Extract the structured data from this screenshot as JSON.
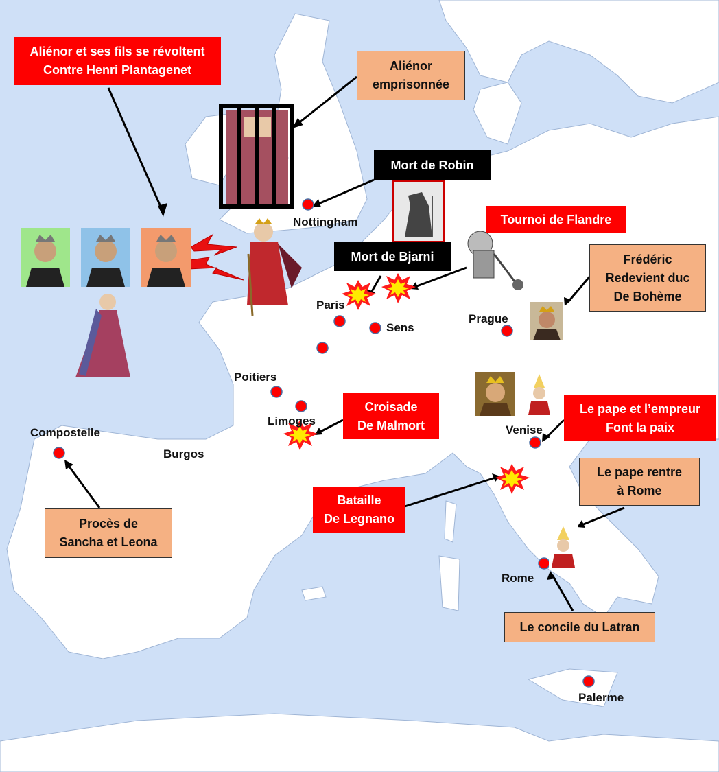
{
  "cities": {
    "nottingham": "Nottingham",
    "paris": "Paris",
    "sens": "Sens",
    "prague": "Prague",
    "poitiers": "Poitiers",
    "limoges": "Limoges",
    "compostelle": "Compostelle",
    "burgos": "Burgos",
    "venise": "Venise",
    "rome": "Rome",
    "palerme": "Palerme"
  },
  "events": {
    "alienor_revolt": [
      "Aliénor et ses fils se révoltent",
      "Contre Henri Plantagenet"
    ],
    "alienor_prison": [
      "Aliénor",
      "emprisonnée"
    ],
    "mort_robin": "Mort de Robin",
    "tournoi_flandre": "Tournoi de Flandre",
    "mort_bjarni": "Mort de Bjarni",
    "frederic": [
      "Frédéric",
      "Redevient duc",
      "De Bohème"
    ],
    "croisade": [
      "Croisade",
      "De Malmort"
    ],
    "pape_empereur": [
      "Le pape et l’empreur",
      "Font la paix"
    ],
    "pape_rome": [
      "Le pape rentre",
      "à Rome"
    ],
    "bataille": [
      "Bataille",
      "De Legnano"
    ],
    "proces": [
      "Procès de",
      "Sancha et Leona"
    ],
    "concile": "Le concile du Latran"
  },
  "colors": {
    "sea": "#cfe0f7",
    "land": "#ffffff",
    "marker": "#ff0000",
    "red_box": "#fe0000",
    "tan_box": "#f5b183"
  },
  "icons": [
    "city-marker",
    "explosion-icon",
    "lightning-icon",
    "prison-bars-icon",
    "grim-reaper-icon",
    "knight-icon",
    "king-portrait",
    "queen-portrait",
    "pope-portrait"
  ]
}
